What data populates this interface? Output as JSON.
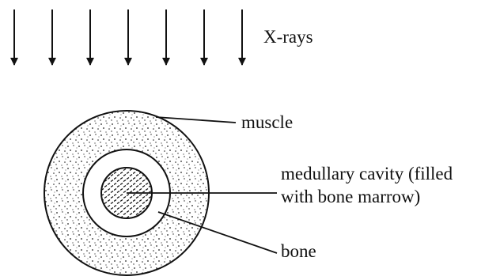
{
  "diagram": {
    "radiation_label": "X-rays",
    "labels": {
      "muscle": "muscle",
      "cavity_line1": "medullary cavity (filled",
      "cavity_line2": "with bone marrow)",
      "bone": "bone"
    },
    "arrow_count": 7,
    "colors": {
      "ink": "#111111",
      "background": "#ffffff"
    }
  }
}
